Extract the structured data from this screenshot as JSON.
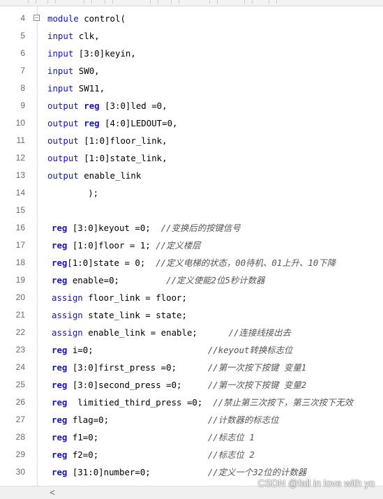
{
  "editor": {
    "fold_glyph": "−",
    "lines": [
      {
        "no": "4",
        "indent": 0,
        "tokens": [
          {
            "t": "kw",
            "v": "module"
          },
          {
            "t": "p",
            "v": " control("
          }
        ]
      },
      {
        "no": "5",
        "indent": 0,
        "tokens": [
          {
            "t": "kw",
            "v": "input"
          },
          {
            "t": "p",
            "v": " clk,"
          }
        ]
      },
      {
        "no": "6",
        "indent": 0,
        "tokens": [
          {
            "t": "kw",
            "v": "input"
          },
          {
            "t": "p",
            "v": " [3:0]keyin,"
          }
        ]
      },
      {
        "no": "7",
        "indent": 0,
        "tokens": [
          {
            "t": "kw",
            "v": "input"
          },
          {
            "t": "p",
            "v": " SW0,"
          }
        ]
      },
      {
        "no": "8",
        "indent": 0,
        "tokens": [
          {
            "t": "kw",
            "v": "input"
          },
          {
            "t": "p",
            "v": " SW11,"
          }
        ]
      },
      {
        "no": "9",
        "indent": 0,
        "tokens": [
          {
            "t": "kw",
            "v": "output"
          },
          {
            "t": "p",
            "v": " "
          },
          {
            "t": "kwb",
            "v": "reg"
          },
          {
            "t": "p",
            "v": " [3:0]led =0,"
          }
        ]
      },
      {
        "no": "10",
        "indent": 0,
        "tokens": [
          {
            "t": "kw",
            "v": "output"
          },
          {
            "t": "p",
            "v": " "
          },
          {
            "t": "kwb",
            "v": "reg"
          },
          {
            "t": "p",
            "v": " [4:0]LEDOUT=0,"
          }
        ]
      },
      {
        "no": "11",
        "indent": 0,
        "tokens": [
          {
            "t": "kw",
            "v": "output"
          },
          {
            "t": "p",
            "v": " [1:0]floor_link,"
          }
        ]
      },
      {
        "no": "12",
        "indent": 0,
        "tokens": [
          {
            "t": "kw",
            "v": "output"
          },
          {
            "t": "p",
            "v": " [1:0]state_link,"
          }
        ]
      },
      {
        "no": "13",
        "indent": 0,
        "tokens": [
          {
            "t": "kw",
            "v": "output"
          },
          {
            "t": "p",
            "v": " enable_link"
          }
        ]
      },
      {
        "no": "14",
        "indent": 1,
        "tokens": [
          {
            "t": "p",
            "v": "       );"
          }
        ]
      },
      {
        "no": "15",
        "indent": 0,
        "tokens": []
      },
      {
        "no": "16",
        "indent": 1,
        "tokens": [
          {
            "t": "kwb",
            "v": "reg"
          },
          {
            "t": "p",
            "v": " [3:0]keyout =0;  "
          },
          {
            "t": "cm",
            "v": "//变换后的按键信号"
          }
        ]
      },
      {
        "no": "17",
        "indent": 1,
        "tokens": [
          {
            "t": "kwb",
            "v": "reg"
          },
          {
            "t": "p",
            "v": " [1:0]floor = 1; "
          },
          {
            "t": "cm",
            "v": "//定义楼层"
          }
        ]
      },
      {
        "no": "18",
        "indent": 1,
        "tokens": [
          {
            "t": "kwb",
            "v": "reg"
          },
          {
            "t": "p",
            "v": "[1:0]state = 0;  "
          },
          {
            "t": "cm",
            "v": "//定义电梯的状态，00待机、01上升、10下降"
          }
        ]
      },
      {
        "no": "19",
        "indent": 1,
        "tokens": [
          {
            "t": "kwb",
            "v": "reg"
          },
          {
            "t": "p",
            "v": " enable=0;         "
          },
          {
            "t": "cm",
            "v": "//定义使能2位5秒计数器"
          }
        ]
      },
      {
        "no": "20",
        "indent": 1,
        "tokens": [
          {
            "t": "kw",
            "v": "assign"
          },
          {
            "t": "p",
            "v": " floor_link = floor;"
          }
        ]
      },
      {
        "no": "21",
        "indent": 1,
        "tokens": [
          {
            "t": "kw",
            "v": "assign"
          },
          {
            "t": "p",
            "v": " state_link = state;"
          }
        ]
      },
      {
        "no": "22",
        "indent": 1,
        "tokens": [
          {
            "t": "kw",
            "v": "assign"
          },
          {
            "t": "p",
            "v": " enable_link = enable;      "
          },
          {
            "t": "cm",
            "v": "//连接线接出去"
          }
        ]
      },
      {
        "no": "23",
        "indent": 1,
        "tokens": [
          {
            "t": "kwb",
            "v": "reg"
          },
          {
            "t": "p",
            "v": " i=0;                      "
          },
          {
            "t": "cm",
            "v": "//keyout转换标志位"
          }
        ]
      },
      {
        "no": "24",
        "indent": 1,
        "tokens": [
          {
            "t": "kwb",
            "v": "reg"
          },
          {
            "t": "p",
            "v": " [3:0]first_press =0;      "
          },
          {
            "t": "cm",
            "v": "//第一次按下按键 变量1"
          }
        ]
      },
      {
        "no": "25",
        "indent": 1,
        "tokens": [
          {
            "t": "kwb",
            "v": "reg"
          },
          {
            "t": "p",
            "v": " [3:0]second_press =0;     "
          },
          {
            "t": "cm",
            "v": "//第一次按下按键 变量2"
          }
        ]
      },
      {
        "no": "26",
        "indent": 1,
        "tokens": [
          {
            "t": "kwb",
            "v": "reg"
          },
          {
            "t": "p",
            "v": "  limitied_third_press =0;  "
          },
          {
            "t": "cm",
            "v": "//禁止第三次按下，第三次按下无效"
          }
        ]
      },
      {
        "no": "27",
        "indent": 1,
        "tokens": [
          {
            "t": "kwb",
            "v": "reg"
          },
          {
            "t": "p",
            "v": " flag=0;                   "
          },
          {
            "t": "cm",
            "v": "//计数器的标志位"
          }
        ]
      },
      {
        "no": "28",
        "indent": 1,
        "tokens": [
          {
            "t": "kwb",
            "v": "reg"
          },
          {
            "t": "p",
            "v": " f1=0;                     "
          },
          {
            "t": "cm",
            "v": "//标志位 1"
          }
        ]
      },
      {
        "no": "29",
        "indent": 1,
        "tokens": [
          {
            "t": "kwb",
            "v": "reg"
          },
          {
            "t": "p",
            "v": " f2=0;                     "
          },
          {
            "t": "cm",
            "v": "//标志位 2"
          }
        ]
      },
      {
        "no": "30",
        "indent": 1,
        "tokens": [
          {
            "t": "kwb",
            "v": "reg"
          },
          {
            "t": "p",
            "v": " [31:0]number=0;           "
          },
          {
            "t": "cm",
            "v": "//定义一个32位的计数器"
          }
        ]
      }
    ]
  },
  "scrollbar": {
    "left_arrow": "<"
  },
  "watermark": "CSDN @fall in love with yo"
}
